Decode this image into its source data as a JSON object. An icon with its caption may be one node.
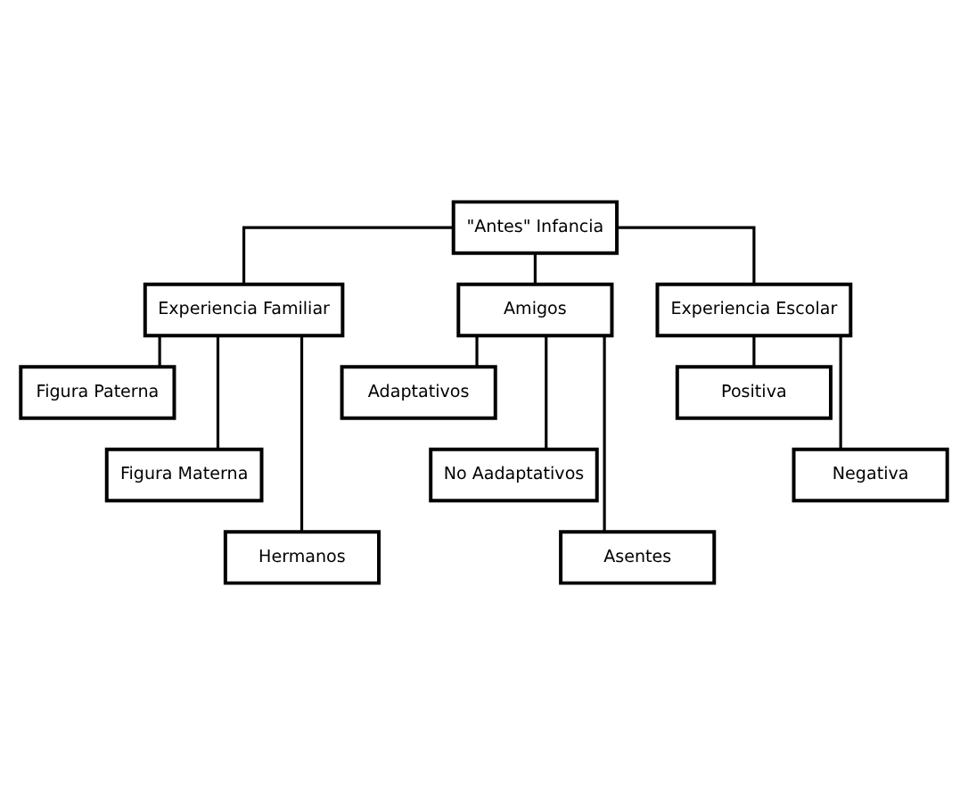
{
  "diagram": {
    "nodes": [
      {
        "text": [
          "\"Antes\" Infancia"
        ]
      },
      {
        "text": [
          "Experiencia Familiar"
        ]
      },
      {
        "text": [
          "Amigos"
        ]
      },
      {
        "text": [
          "Experiencia Escolar"
        ]
      },
      {
        "text": [
          "Figura Paterna"
        ]
      },
      {
        "text": [
          "Figura Materna"
        ]
      },
      {
        "text": [
          "Hermanos"
        ]
      },
      {
        "text": [
          "Adaptativos"
        ]
      },
      {
        "text": [
          "No Aadaptativos"
        ]
      },
      {
        "text": [
          "Asentes"
        ]
      },
      {
        "text": [
          "Positiva"
        ]
      },
      {
        "text": [
          "Negativa"
        ]
      }
    ],
    "edges": [
      {
        "from": 0,
        "to": 1,
        "arrow": "none"
      },
      {
        "from": 0,
        "to": 2,
        "arrow": "none"
      },
      {
        "from": 0,
        "to": 3,
        "arrow": "none"
      },
      {
        "from": 1,
        "to": 4,
        "arrow": "none"
      },
      {
        "from": 1,
        "to": 5,
        "arrow": "none"
      },
      {
        "from": 1,
        "to": 6,
        "arrow": "none"
      },
      {
        "from": 2,
        "to": 7,
        "arrow": "none"
      },
      {
        "from": 2,
        "to": 8,
        "arrow": "none"
      },
      {
        "from": 2,
        "to": 9,
        "arrow": "none"
      },
      {
        "from": 3,
        "to": 10,
        "arrow": "none"
      },
      {
        "from": 3,
        "to": 11,
        "arrow": "none"
      }
    ]
  }
}
